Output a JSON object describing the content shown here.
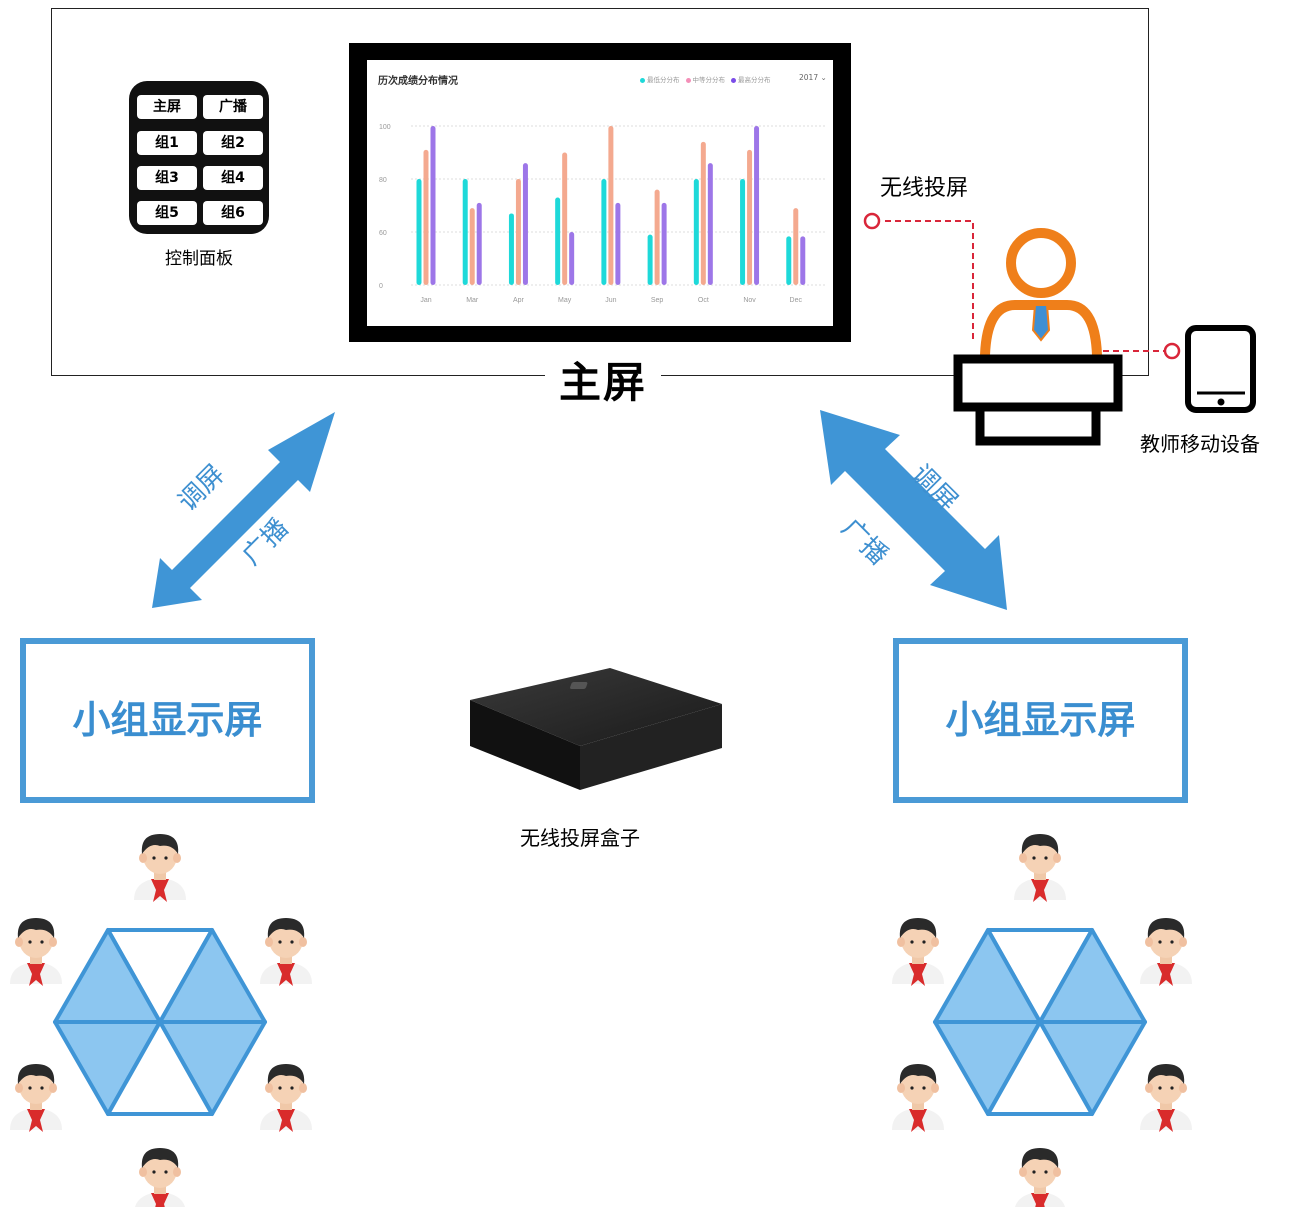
{
  "main_screen": {
    "title": "主屏"
  },
  "control_panel": {
    "label": "控制面板",
    "buttons": [
      "主屏",
      "广播",
      "组1",
      "组2",
      "组3",
      "组4",
      "组5",
      "组6"
    ]
  },
  "monitor_chart": {
    "title": "历次成绩分布情况",
    "legend": [
      "最低分分布",
      "中等分分布",
      "最高分分布"
    ],
    "year": "2017 ⌄"
  },
  "chart_data": {
    "type": "bar",
    "title": "历次成绩分布情况",
    "categories": [
      "Jan",
      "Mar",
      "Apr",
      "May",
      "Jun",
      "Sep",
      "Oct",
      "Nov",
      "Dec"
    ],
    "yticks": [
      "0",
      "60",
      "80",
      "100"
    ],
    "series": [
      {
        "name": "最低分分布",
        "color": "#1ed9d9",
        "values": [
          80,
          80,
          67,
          73,
          80,
          57,
          80,
          80,
          55
        ]
      },
      {
        "name": "中等分分布",
        "color": "#f4a98f",
        "values": [
          91,
          69,
          80,
          90,
          100,
          76,
          94,
          91,
          69
        ]
      },
      {
        "name": "最高分分布",
        "color": "#9d76e8",
        "values": [
          100,
          71,
          86,
          60,
          71,
          71,
          86,
          100,
          55
        ]
      }
    ],
    "legend_position": "top-right",
    "grid": true
  },
  "wireless_cast": {
    "label": "无线投屏"
  },
  "teacher_device": {
    "label": "教师移动设备"
  },
  "arrows": {
    "left": {
      "label_a": "调屏",
      "label_b": "广播"
    },
    "right": {
      "label_a": "调屏",
      "label_b": "广播"
    }
  },
  "group_screens": {
    "left": "小组显示屏",
    "right": "小组显示屏"
  },
  "cast_box": {
    "label": "无线投屏盒子"
  },
  "colors": {
    "accent_blue": "#4a9ad6",
    "dashed_red": "#d9263a",
    "teacher_orange": "#ef7f1a"
  }
}
